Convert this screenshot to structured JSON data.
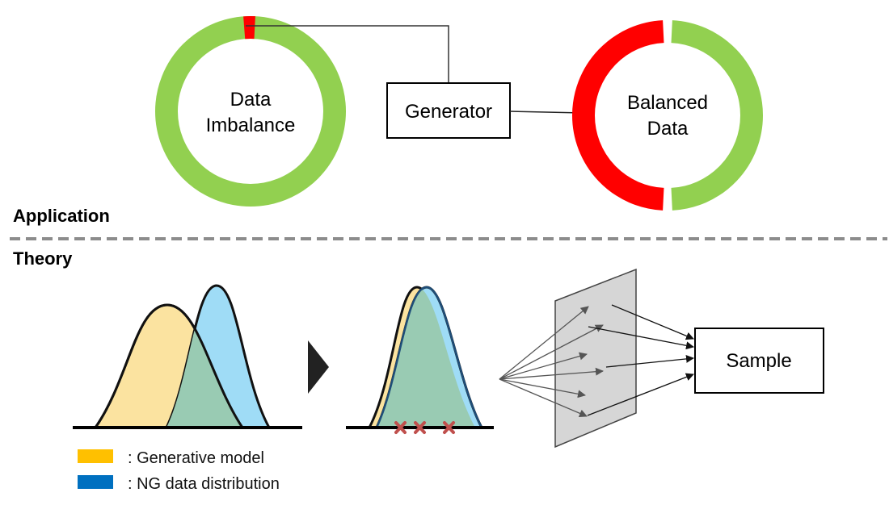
{
  "colors": {
    "majority_green": "#92d050",
    "minority_red": "#ff0000",
    "generative_yellow": "#ffc000",
    "ng_blue": "#0070c0",
    "yellow_fill": "#fbe3a0",
    "blue_fill": "#9fdcf6",
    "overlap_fill": "#99cbb3",
    "marker_red": "#c0504d",
    "plane_gray": "#d6d6d6",
    "divider_gray": "#8c8c8c"
  },
  "application": {
    "section_label": "Application",
    "left_ring": {
      "line1": "Data",
      "line2": "Imbalance",
      "minority_fraction": 0.02
    },
    "generator_label": "Generator",
    "right_ring": {
      "line1": "Balanced",
      "line2": "Data",
      "minority_fraction": 0.5
    }
  },
  "theory": {
    "section_label": "Theory",
    "sample_label": "Sample",
    "legend": [
      {
        "label": ": Generative model",
        "color_key": "generative_yellow",
        "icon": "yellow-swatch"
      },
      {
        "label": ": NG data distribution",
        "color_key": "ng_blue",
        "icon": "blue-swatch"
      }
    ],
    "icons": [
      "triangle-arrow-icon",
      "cross-marker-icon",
      "projection-plane-icon"
    ]
  }
}
